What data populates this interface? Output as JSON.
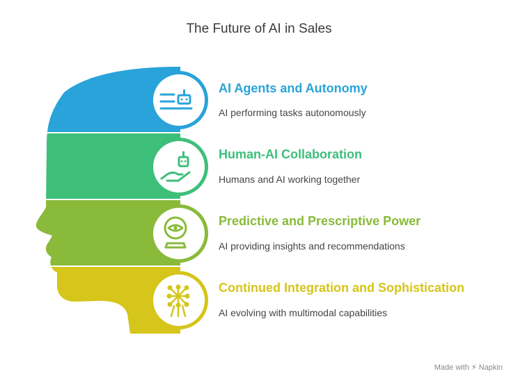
{
  "title": "The Future of AI in Sales",
  "items": [
    {
      "title": "AI Agents and Autonomy",
      "description": "AI performing tasks autonomously",
      "color": "#29a3d9",
      "icon": "robot-list-icon"
    },
    {
      "title": "Human-AI Collaboration",
      "description": "Humans and AI working together",
      "color": "#3dbf7a",
      "icon": "hand-robot-icon"
    },
    {
      "title": "Predictive and Prescriptive Power",
      "description": "AI providing insights and recommendations",
      "color": "#8aba3a",
      "icon": "crystal-ball-eye-icon"
    },
    {
      "title": "Continued Integration and Sophistication",
      "description": "AI evolving with multimodal capabilities",
      "color": "#d6c51a",
      "icon": "atomium-icon"
    }
  ],
  "footer": {
    "made_with": "Made with",
    "brand": "Napkin"
  }
}
